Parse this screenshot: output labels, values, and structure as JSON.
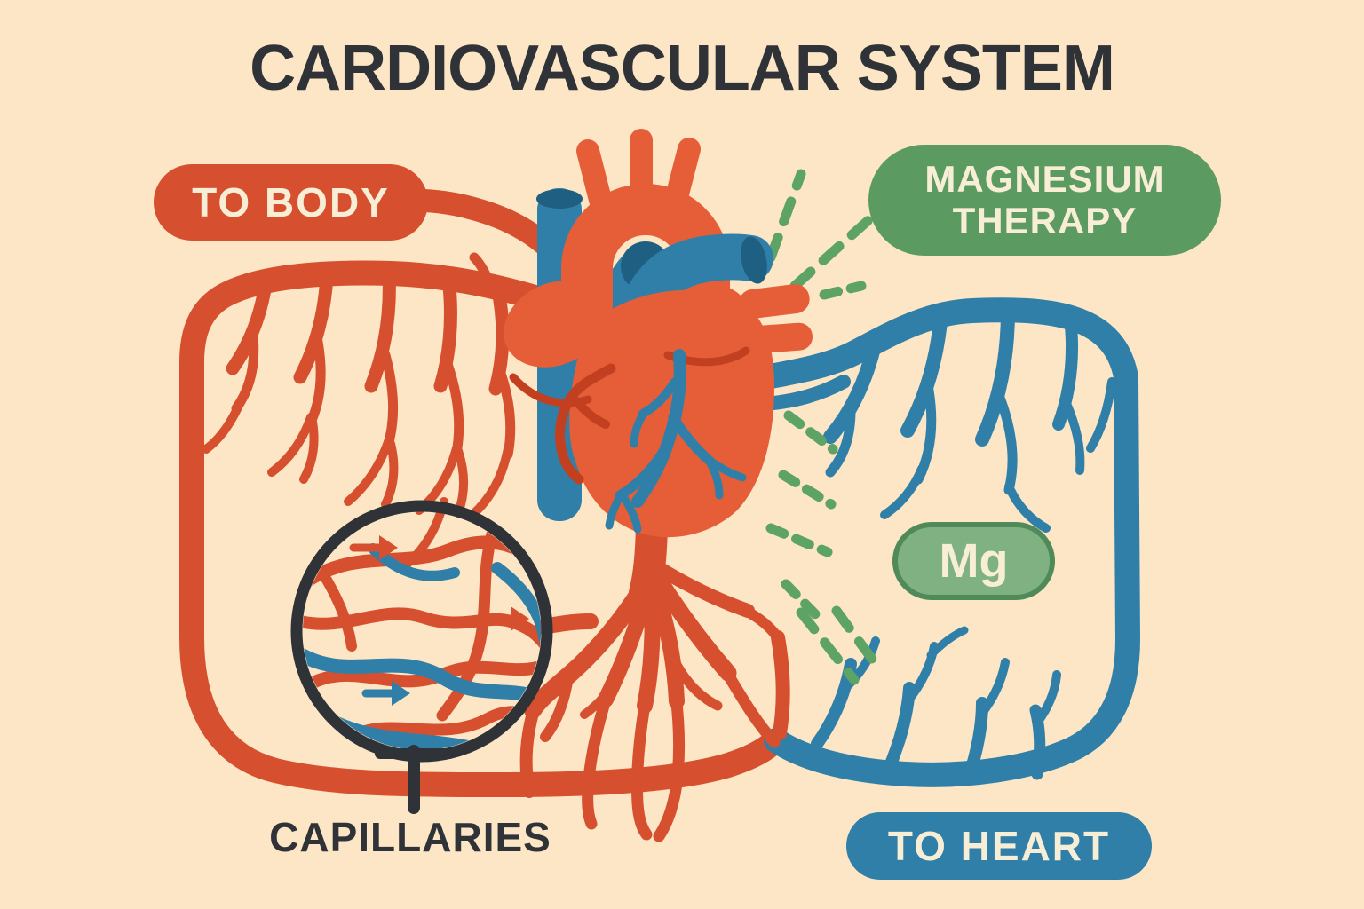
{
  "title": "CARDIOVASCULAR SYSTEM",
  "pills": {
    "to_body": {
      "label": "TO BODY"
    },
    "magnesium_therapy": {
      "label": "MAGNESIUM THERAPY"
    },
    "mg": {
      "label": "Mg"
    },
    "to_heart": {
      "label": "TO HEART"
    }
  },
  "annotations": {
    "capillaries": "CAPILLARIES"
  },
  "diagram": {
    "subject": "heart with systemic artery loop (left, red), systemic vein loop (right, blue), magnesium therapy rays (green), capillary magnifier inset (bottom left)",
    "capillary_flow_arrows": {
      "red_arrows": 2,
      "blue_arrows": 1,
      "direction": "right"
    }
  },
  "icons": {
    "magnifier": "magnifier-icon"
  },
  "colors": {
    "background": "#FCE6C5",
    "artery_red": "#D6502F",
    "heart_red": "#E65E38",
    "crease_red": "#C2401F",
    "vein_blue": "#2F7FA8",
    "deep_blue": "#1F5F82",
    "green": "#5CA365",
    "pill_green": "#5B9A60",
    "mg_fill": "#7FB183",
    "mg_border": "#4F8A58",
    "ink": "#2F3237",
    "cream_text": "#F8EED6"
  }
}
